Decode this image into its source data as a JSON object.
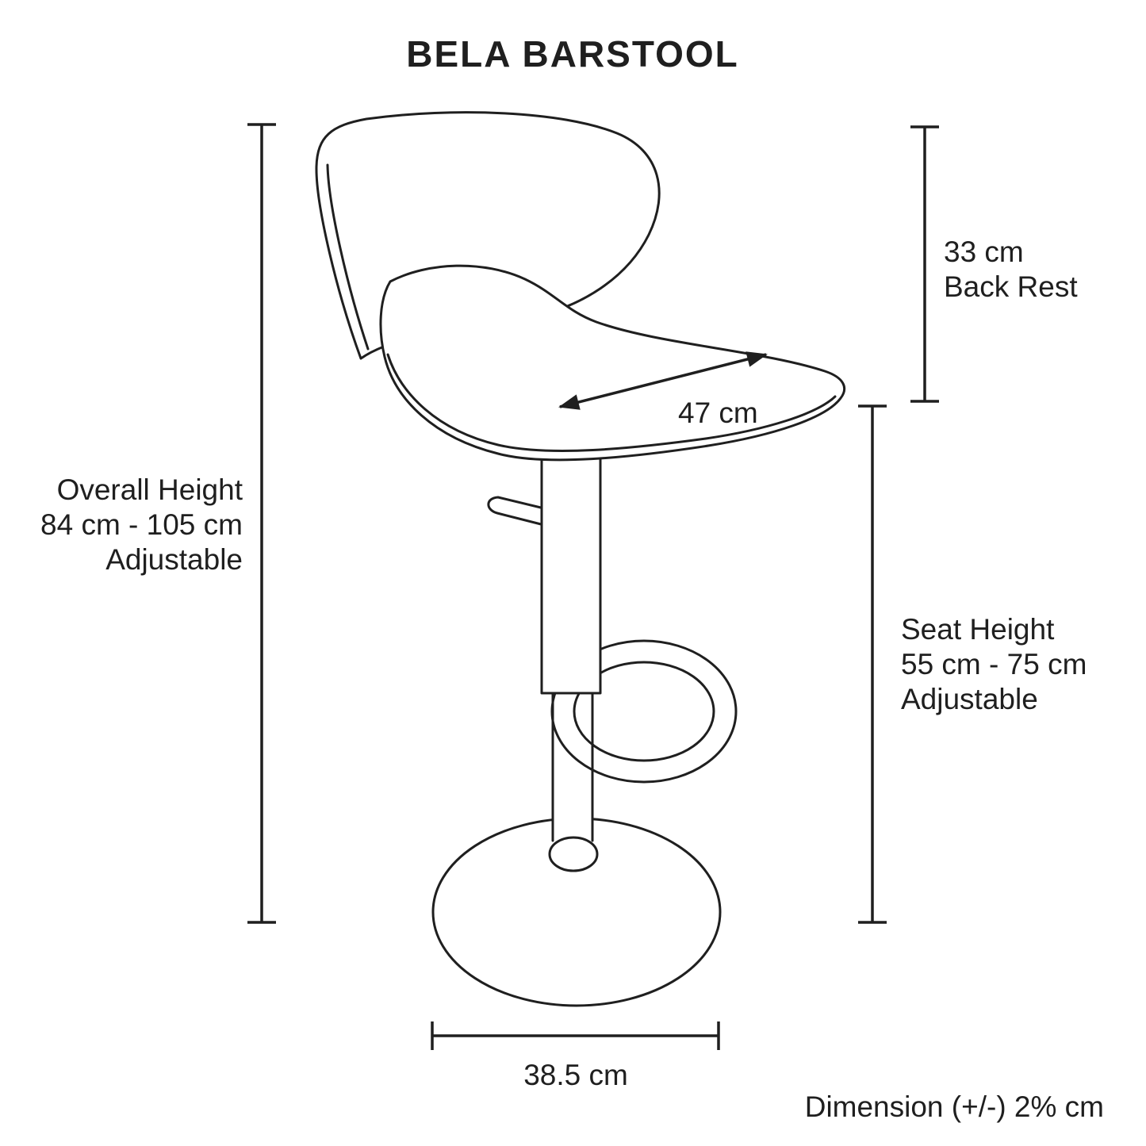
{
  "title": "BELA BARSTOOL",
  "labels": {
    "overall_height": {
      "lines": [
        "Overall Height",
        "84 cm - 105 cm",
        "Adjustable"
      ]
    },
    "back_rest": {
      "lines": [
        "33 cm",
        "Back Rest"
      ]
    },
    "seat_height": {
      "lines": [
        "Seat Height",
        "55 cm - 75 cm",
        "Adjustable"
      ]
    },
    "seat_depth": "47 cm",
    "base_width": "38.5 cm",
    "tolerance": "Dimension  (+/-) 2% cm"
  },
  "colors": {
    "line": "#1f1f1f",
    "background": "#ffffff"
  }
}
